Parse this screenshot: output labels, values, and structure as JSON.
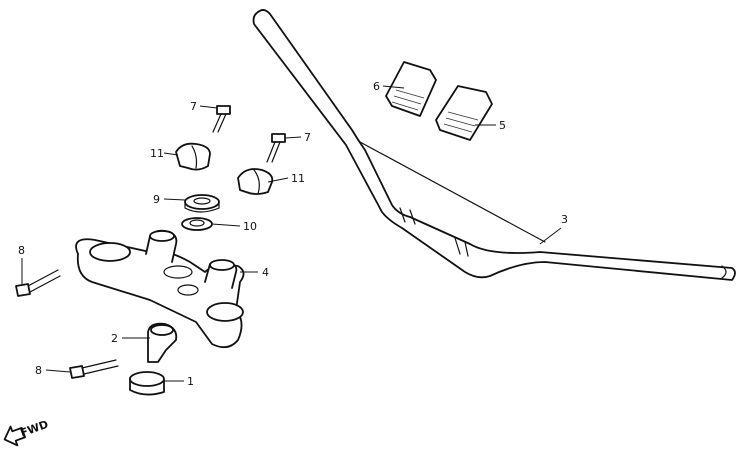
{
  "diagram": {
    "parts": [
      {
        "id": "handlebar",
        "callout": "3"
      },
      {
        "id": "top-bridge",
        "callout": "4"
      },
      {
        "id": "lower-holder-bottom",
        "callout": "2"
      },
      {
        "id": "cushion",
        "callout": "1"
      },
      {
        "id": "upper-holder-left",
        "callout": "11"
      },
      {
        "id": "upper-holder-right",
        "callout": "11"
      },
      {
        "id": "bolt-upper-left",
        "callout": "7"
      },
      {
        "id": "bolt-upper-right",
        "callout": "7"
      },
      {
        "id": "washer",
        "callout": "9"
      },
      {
        "id": "collar",
        "callout": "10"
      },
      {
        "id": "bolt-bridge",
        "callout": "8"
      },
      {
        "id": "bolt-lower",
        "callout": "8"
      },
      {
        "id": "pad-left",
        "callout": "6"
      },
      {
        "id": "pad-right",
        "callout": "5"
      }
    ],
    "direction_label": "FWD"
  }
}
